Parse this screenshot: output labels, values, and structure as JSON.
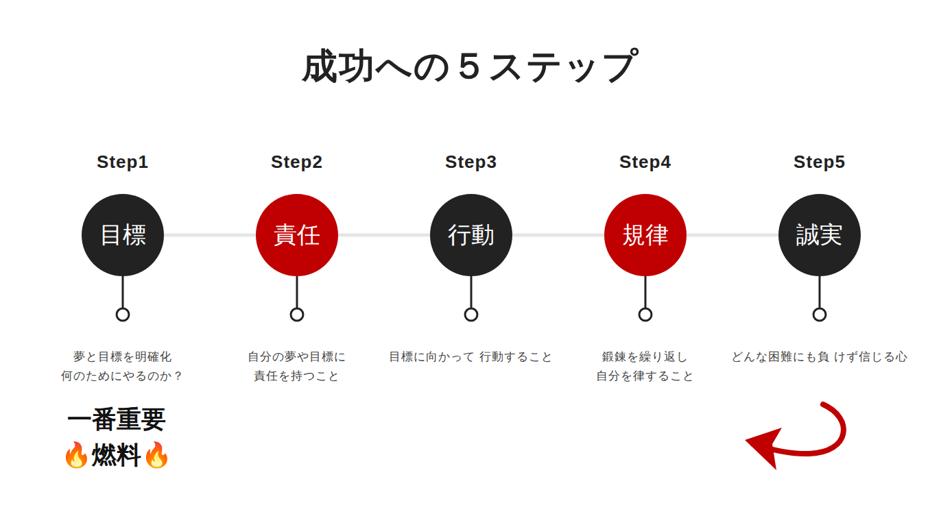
{
  "diagram": {
    "title": "成功への５ステップ",
    "nodes": [
      {
        "text": [
          "Step1",
          "目標",
          "夢と目標を明確化 何のためにやるのか？"
        ]
      },
      {
        "text": [
          "Step2",
          "責任",
          "自分の夢や目標に 責任を持つこと"
        ]
      },
      {
        "text": [
          "Step3",
          "行動",
          "目標に向かって 行動すること"
        ]
      },
      {
        "text": [
          "Step4",
          "規律",
          "鍛錬を繰り返し 自分を律すること"
        ]
      },
      {
        "text": [
          "Step5",
          "誠実",
          "どんな困難にも負 けず信じる心"
        ]
      }
    ],
    "edges": [
      {
        "from": 0,
        "to": 1,
        "arrow": "none"
      },
      {
        "from": 1,
        "to": 2,
        "arrow": "none"
      },
      {
        "from": 2,
        "to": 3,
        "arrow": "none"
      },
      {
        "from": 3,
        "to": 4,
        "arrow": "none"
      }
    ],
    "labels": [
      "一番重要",
      "🔥燃料🔥"
    ]
  }
}
